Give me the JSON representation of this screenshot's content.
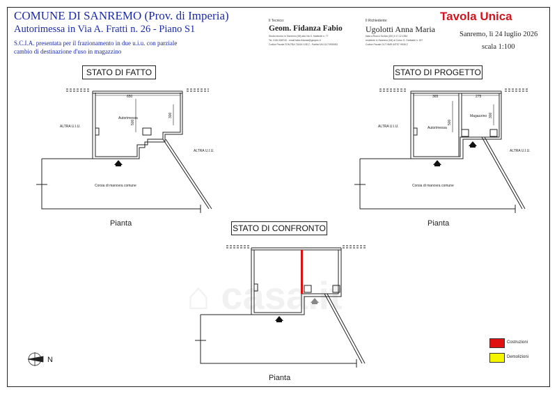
{
  "header": {
    "title": "COMUNE DI SANREMO (Prov. di Imperia)",
    "subtitle": "Autorimessa in Via A. Fratti n. 26 - Piano S1",
    "description_line1": "S.C.I.A. presentata per il frazionamento in due u.i.u. con parziale",
    "description_line2": "cambio di destinazione d'uso in magazzino",
    "tecnico_role": "Il Tecnico:",
    "tecnico_name": "Geom. Fidanza Fabio",
    "tecnico_info1": "Studio tecnico in Sanremo (IM) alla Via G. Matteotti n. 77",
    "tecnico_info2": "Tel. 0184 508740 - email fabio.fidanza@geopec.it",
    "tecnico_info3": "Codice Fiscale FDN FBA 73A16 I138 Z - Partita IVA 01173930083",
    "richiedente_role": "Il Richiedente:",
    "richiedente_name": "Ugolotti Anna Maria",
    "richiedente_info1": "Nata a Ronco Scrivia (GE) il 17.12.1964",
    "richiedente_info2": "residente in Sanremo (IM) al Corso G. Garibaldi n. 157",
    "richiedente_info3": "Codice Fiscale GLT NMR 64T57 H536 Z",
    "tavola": "Tavola Unica",
    "date": "Sanremo, lì 24 luglio 2026",
    "scale": "scala 1:100"
  },
  "panels": {
    "fatto": {
      "label": "STATO DI FATTO",
      "dim_width": "650",
      "dim_depth": "500",
      "dim_side": "300",
      "room": "Autorimessa",
      "altra_left": "ALTRA U.I.U.",
      "altra_right": "ALTRA U.I.U.",
      "corsia": "Corsia di manovra comune",
      "pianta": "Pianta"
    },
    "progetto": {
      "label": "STATO DI PROGETTO",
      "dim_width_left": "365",
      "dim_width_right": "275",
      "dim_depth": "500",
      "dim_side": "300",
      "room_left": "Autorimessa",
      "room_right": "Magazzino",
      "altra_left": "ALTRA U.I.U.",
      "altra_right": "ALTRA U.I.U.",
      "corsia": "Corsia di manovra comune",
      "pianta": "Pianta"
    },
    "confronto": {
      "label": "STATO DI CONFRONTO",
      "pianta": "Pianta"
    }
  },
  "legend": {
    "items": [
      {
        "label": "Costruzioni",
        "color": "#e01010"
      },
      {
        "label": "Demolizioni",
        "color": "#f5f500"
      }
    ]
  },
  "compass": {
    "letter": "N"
  }
}
